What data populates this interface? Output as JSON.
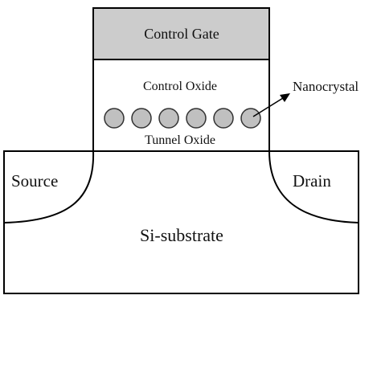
{
  "labels": {
    "control_gate": "Control Gate",
    "control_oxide": "Control Oxide",
    "tunnel_oxide": "Tunnel Oxide",
    "nanocrystal": "Nanocrystal",
    "source": "Source",
    "drain": "Drain",
    "substrate": "Si-substrate"
  },
  "nanocrystal_count": 6,
  "colors": {
    "gate_fill": "#cccccc",
    "nanocrystal_fill": "#c0c0c0",
    "outline": "#000000",
    "background": "#ffffff"
  }
}
